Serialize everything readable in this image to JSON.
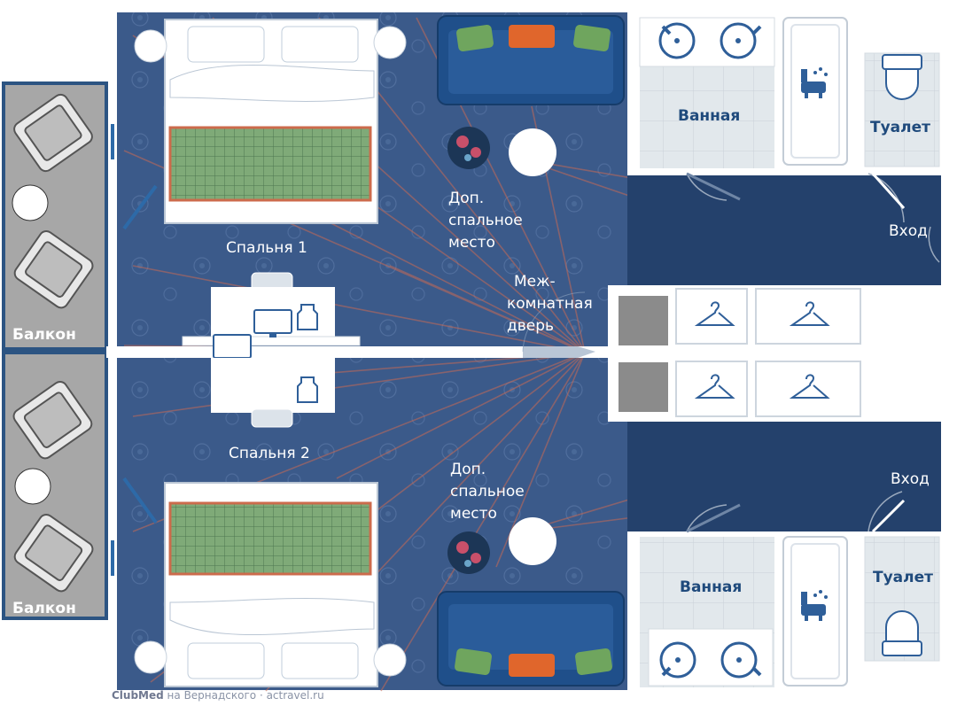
{
  "rooms": {
    "bedroom1": "Спальня 1",
    "bedroom2": "Спальня 2",
    "extra_bed_1": [
      "Доп.",
      "спальное",
      "место"
    ],
    "extra_bed_2": [
      "Доп.",
      "спальное",
      "место"
    ],
    "connecting_door": [
      "Меж-",
      "комнатная",
      "дверь"
    ],
    "bathroom_1": "Ванная",
    "bathroom_2": "Ванная",
    "toilet_1": "Туалет",
    "toilet_2": "Туалет",
    "entrance_1": "Вход",
    "entrance_2": "Вход",
    "balcony_1": "Балкон",
    "balcony_2": "Балкон"
  },
  "footer": {
    "brand": "ClubMed",
    "text": " на Вернадского · actravel.ru"
  },
  "colors": {
    "floor": "#3d5c8c",
    "corridor": "#223d66",
    "balcony": "#a6a6a6",
    "wall": "#ffffff",
    "sofa": "#1f4f8a",
    "bath_floor": "#dfe6ea",
    "fixture_blue": "#2f5f99",
    "rug": "#7fa877"
  },
  "icons": [
    "sofa-icon",
    "pillow-icon",
    "bed-icon",
    "armchair-icon",
    "table-icon",
    "sink-icon",
    "bathtub-icon",
    "toilet-icon",
    "hanger-icon",
    "monitor-icon",
    "kettle-icon",
    "desk-chair-icon",
    "door-icon",
    "round-table-icon",
    "flower-pouf-icon"
  ]
}
